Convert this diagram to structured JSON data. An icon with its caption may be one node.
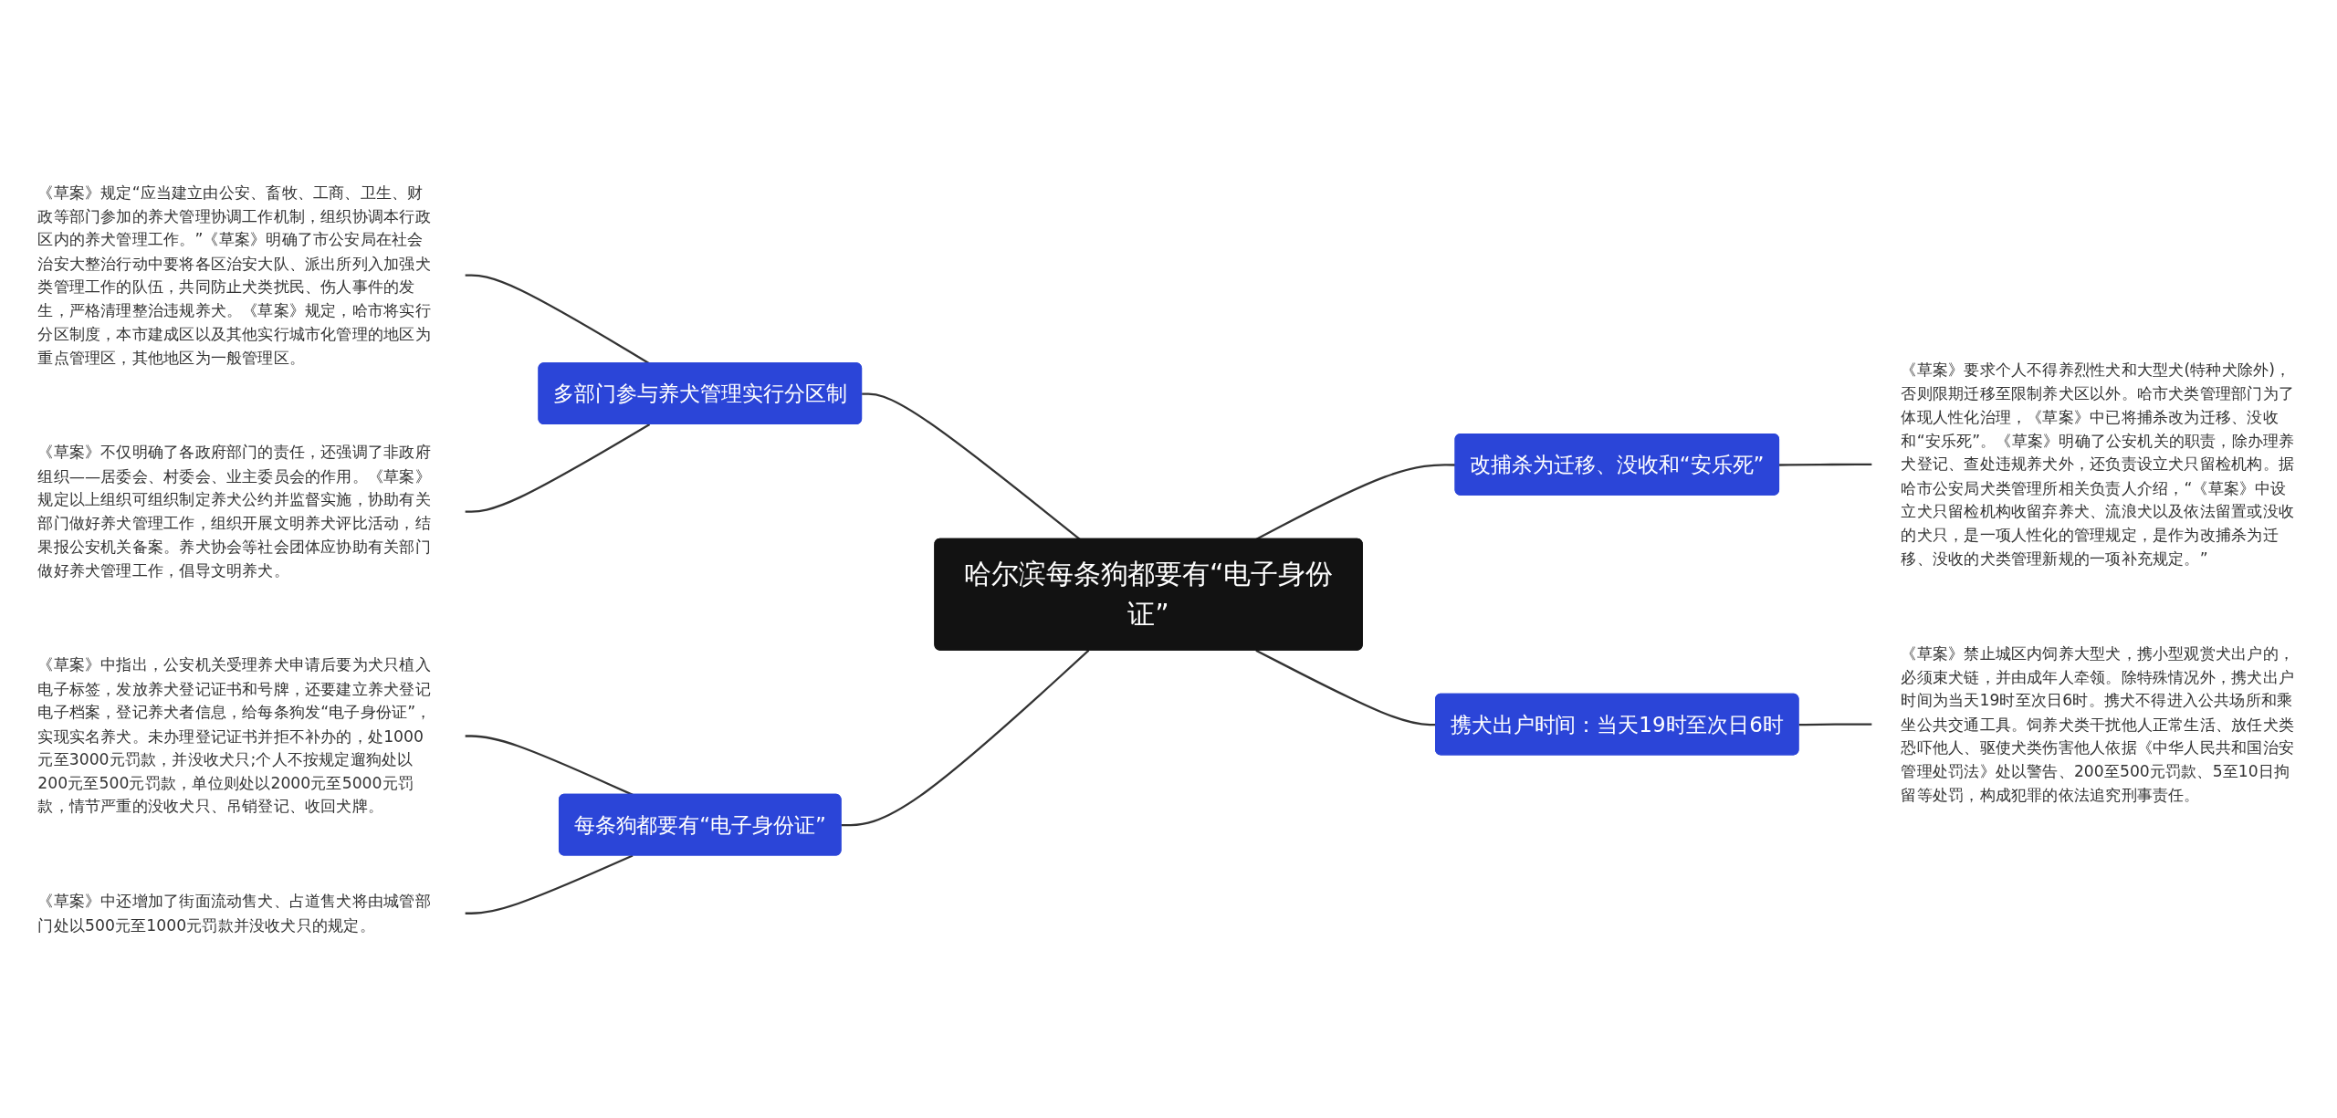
{
  "diagram": {
    "nodes": [
      {
        "text": [
          "哈尔滨每条狗都要有“电子身份证”"
        ]
      },
      {
        "text": [
          "多部门参与养犬管理实行分区制"
        ]
      },
      {
        "text": [
          "《草案》规定“应当建立由公安、畜牧、工商、卫生、财政等部门参加的养犬管理协调工作机制，组织协调本行政区内的养犬管理工作。”《草案》明确了市公安局在社会治安大整治行动中要将各区治安大队、派出所列入加强犬类管理工作的队伍，共同防止犬类扰民、伤人事件的发生，严格清理整治违规养犬。《草案》规定，哈市将实行分区制度，本市建成区以及其他实行城市化管理的地区为重点管理区，其他地区为一般管理区。"
        ]
      },
      {
        "text": [
          "《草案》不仅明确了各政府部门的责任，还强调了非政府组织——居委会、村委会、业主委员会的作用。《草案》规定以上组织可组织制定养犬公约并监督实施，协助有关部门做好养犬管理工作，组织开展文明养犬评比活动，结果报公安机关备案。养犬协会等社会团体应协助有关部门做好养犬管理工作，倡导文明养犬。"
        ]
      },
      {
        "text": [
          "每条狗都要有“电子身份证”"
        ]
      },
      {
        "text": [
          "《草案》中指出，公安机关受理养犬申请后要为犬只植入电子标签，发放养犬登记证书和号牌，还要建立养犬登记电子档案，登记养犬者信息，给每条狗发“电子身份证”，实现实名养犬。未办理登记证书并拒不补办的，处1000元至3000元罚款，并没收犬只;个人不按规定遛狗处以200元至500元罚款，单位则处以2000元至5000元罚款，情节严重的没收犬只、吊销登记、收回犬牌。"
        ]
      },
      {
        "text": [
          "《草案》中还增加了街面流动售犬、占道售犬将由城管部门处以500元至1000元罚款并没收犬只的规定。"
        ]
      },
      {
        "text": [
          "改捕杀为迁移、没收和“安乐死”"
        ]
      },
      {
        "text": [
          "《草案》要求个人不得养烈性犬和大型犬(特种犬除外)，否则限期迁移至限制养犬区以外。哈市犬类管理部门为了体现人性化治理，《草案》中已将捕杀改为迁移、没收和“安乐死”。《草案》明确了公安机关的职责，除办理养犬登记、查处违规养犬外，还负责设立犬只留检机构。据哈市公安局犬类管理所相关负责人介绍，“《草案》中设立犬只留检机构收留弃养犬、流浪犬以及依法留置或没收的犬只，是一项人性化的管理规定，是作为改捕杀为迁移、没收的犬类管理新规的一项补充规定。”"
        ]
      },
      {
        "text": [
          "携犬出户时间：当天19时至次日6时"
        ]
      },
      {
        "text": [
          "《草案》禁止城区内饲养大型犬，携小型观赏犬出户的，必须束犬链，并由成年人牵领。除特殊情况外，携犬出户时间为当天19时至次日6时。携犬不得进入公共场所和乘坐公共交通工具。饲养犬类干扰他人正常生活、放任犬类恐吓他人、驱使犬类伤害他人依据《中华人民共和国治安管理处罚法》处以警告、200至500元罚款、5至10日拘留等处罚，构成犯罪的依法追究刑事责任。"
        ]
      }
    ],
    "edges": [
      {
        "from": 1,
        "to": 0,
        "arrow": "none"
      },
      {
        "from": 2,
        "to": 1,
        "arrow": "none"
      },
      {
        "from": 3,
        "to": 1,
        "arrow": "none"
      },
      {
        "from": 4,
        "to": 0,
        "arrow": "none"
      },
      {
        "from": 5,
        "to": 4,
        "arrow": "none"
      },
      {
        "from": 6,
        "to": 4,
        "arrow": "none"
      },
      {
        "from": 0,
        "to": 7,
        "arrow": "none"
      },
      {
        "from": 7,
        "to": 8,
        "arrow": "none"
      },
      {
        "from": 0,
        "to": 9,
        "arrow": "none"
      },
      {
        "from": 9,
        "to": 10,
        "arrow": "none"
      }
    ]
  }
}
